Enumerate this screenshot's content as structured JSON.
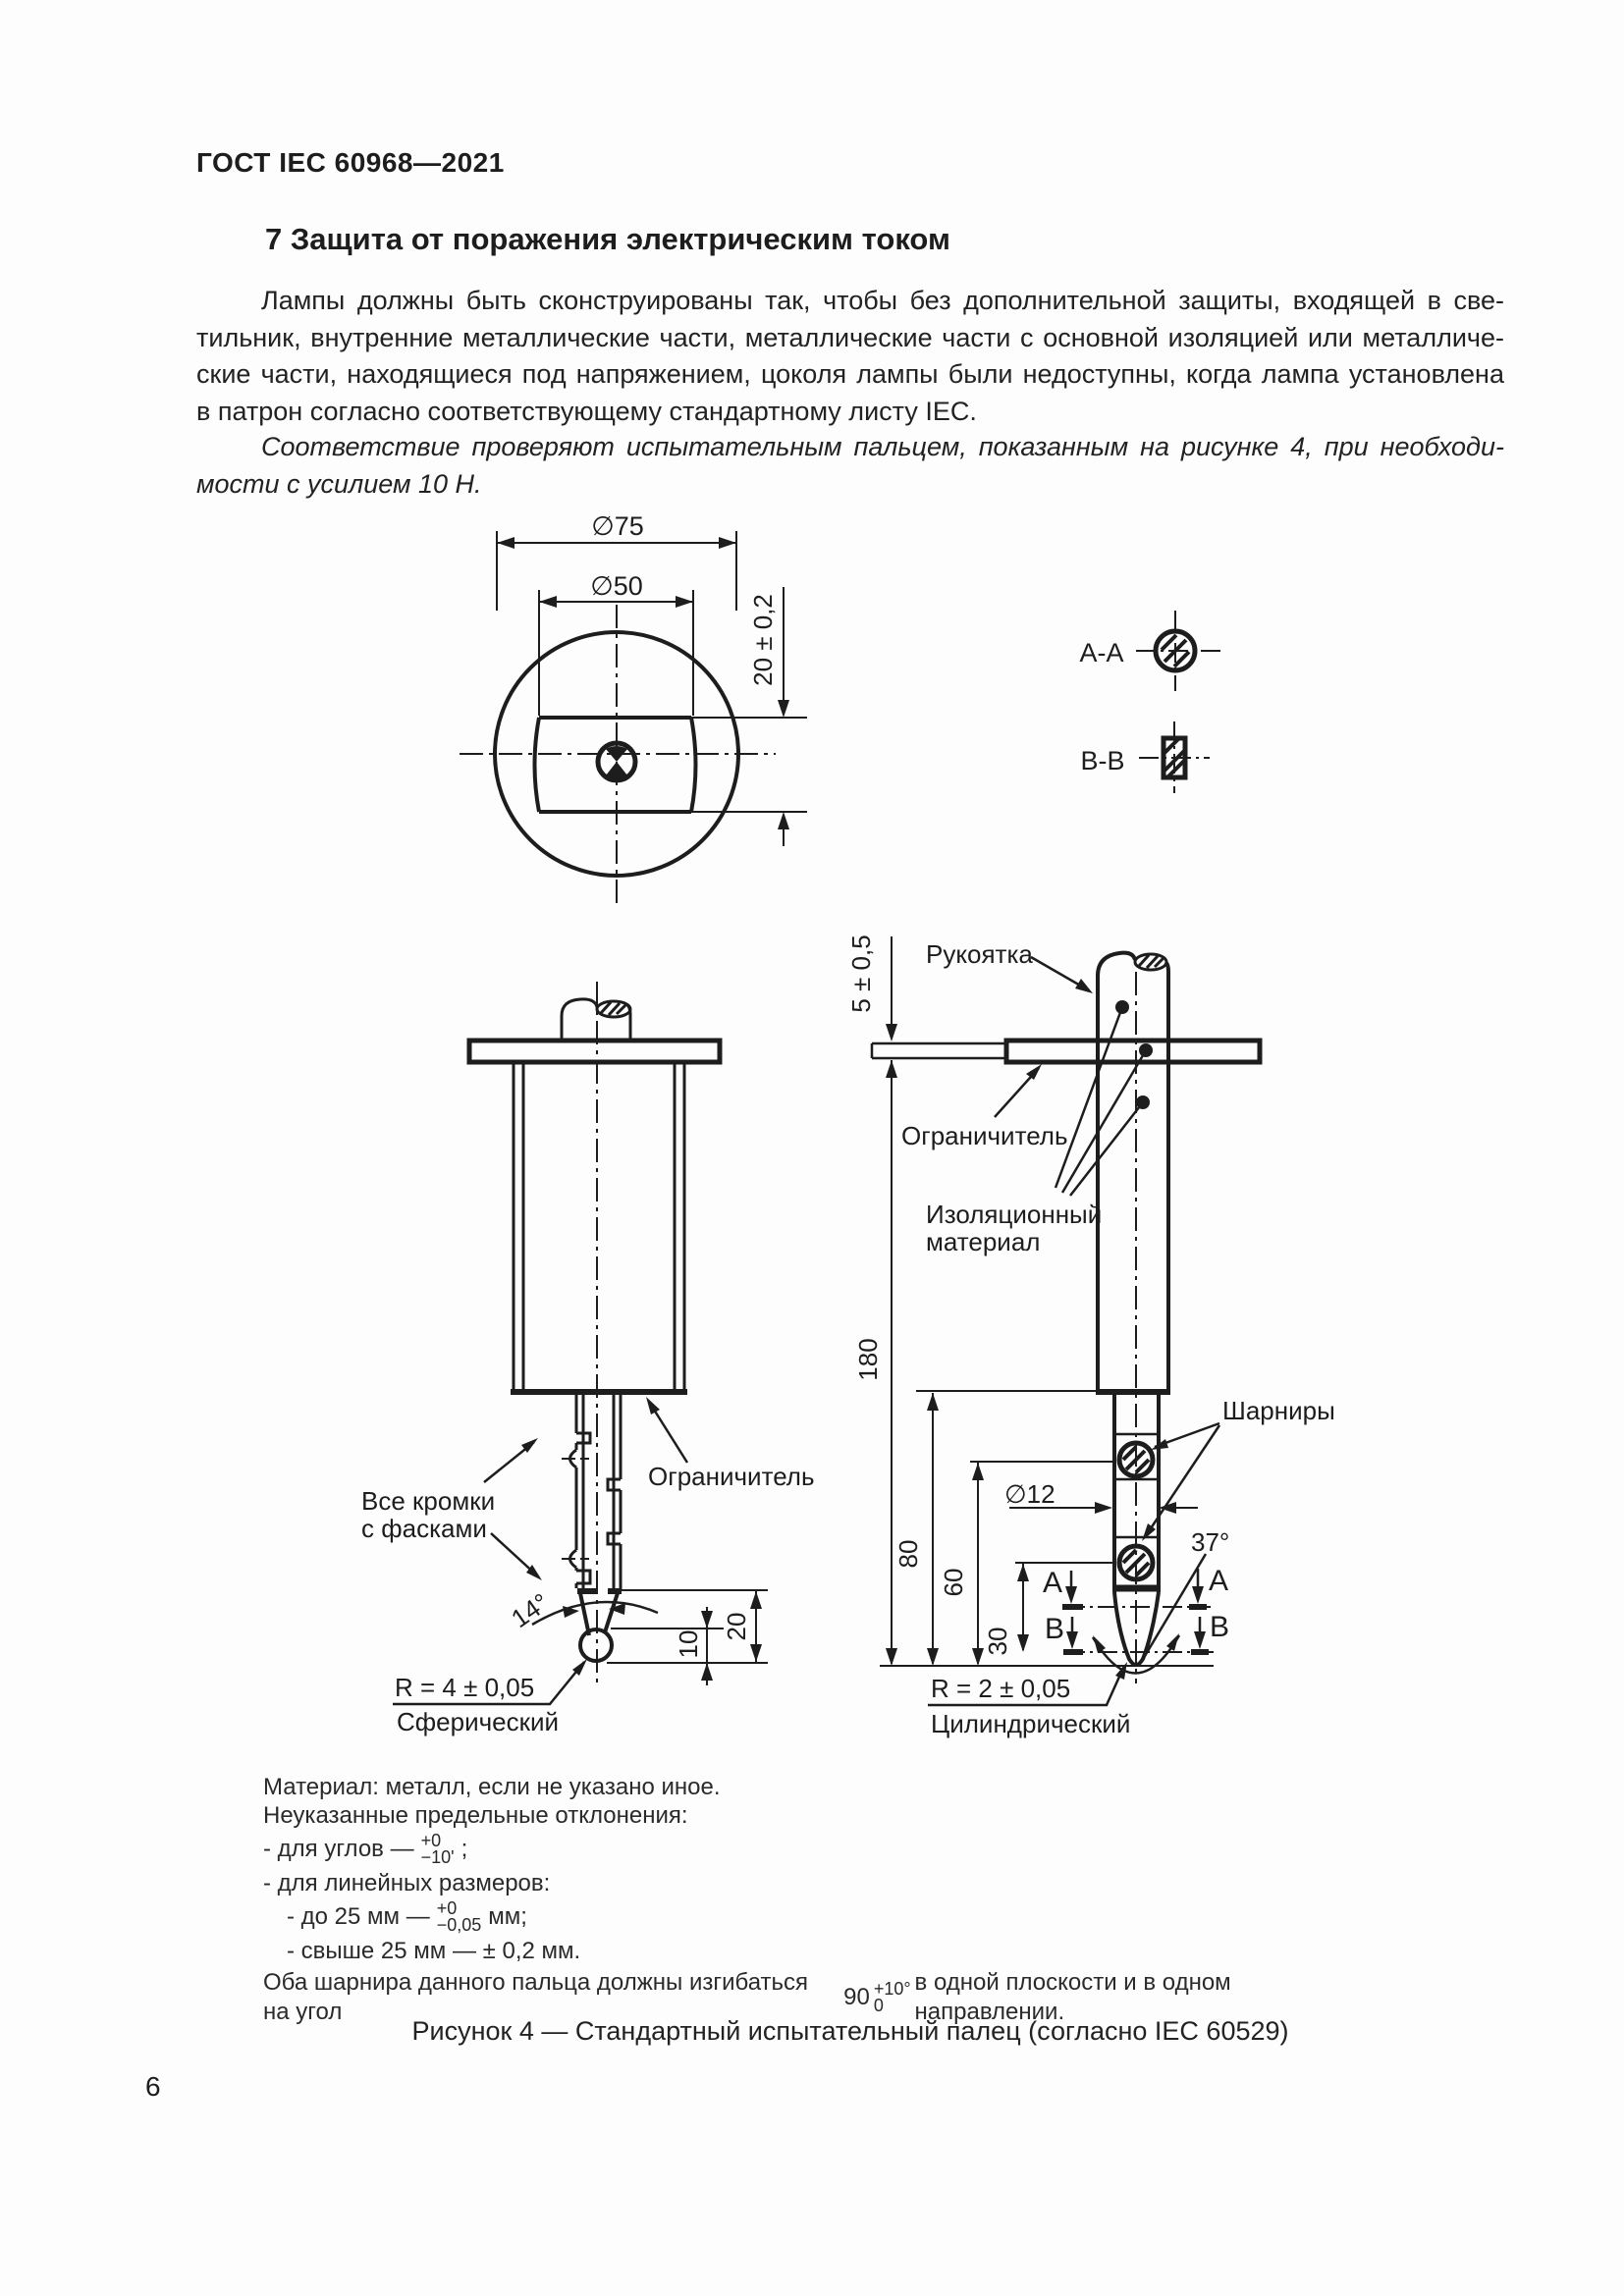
{
  "page": {
    "header": "ГОСТ IEC 60968—2021",
    "number": "6"
  },
  "section": {
    "title": "7 Защита от поражения электрическим током",
    "p1_lines": [
      "Лампы должны быть сконструированы так, чтобы без дополнительной защиты, входящей в све-",
      "тильник, внутренние металлические части, металлические части с основной изоляцией или металличе-",
      "ские части, находящиеся под напряжением, цоколя лампы были недоступны, когда лампа установлена",
      "в патрон согласно соответствующему стандартному листу IEC."
    ],
    "p2_lines": [
      "Соответствие проверяют испытательным пальцем, показанным на рисунке 4, при необходи-",
      "мости с усилием 10 Н."
    ]
  },
  "figure": {
    "caption": "Рисунок 4 — Стандартный испытательный палец (согласно IEC 60529)",
    "labels": {
      "dia75": "∅75",
      "dia50": "∅50",
      "dim20tol": "20 ± 0,2",
      "section_aa": "А-А",
      "section_bb": "В-В",
      "rukoyatka": "Рукоятка",
      "dim5": "5 ± 0,5",
      "ogranichitel_right": "Ограничитель",
      "izol1": "Изоляционный",
      "izol2": "материал",
      "dim180": "180",
      "sharniry": "Шарниры",
      "dia12": "∅12",
      "dim80": "80",
      "dim60": "60",
      "dim30": "30",
      "deg37": "37°",
      "marker_a": "А",
      "marker_b": "В",
      "kromki1": "Все кромки",
      "kromki2": "с фасками",
      "ogranichitel_left": "Ограничитель",
      "deg14": "14°",
      "dim10": "10",
      "dim20": "20",
      "r4": "R = 4 ± 0,05",
      "spherical": "Сферический",
      "r2": "R = 2 ± 0,05",
      "cylindrical": "Цилиндрический"
    }
  },
  "notes": {
    "material": "Материал: металл, если не указано иное.",
    "deviations": "Неуказанные предельные отклонения:",
    "angles_pre": "- для углов —",
    "angles_top": "+0",
    "angles_bot": "−10'",
    "angles_post": ";",
    "linear": "- для линейных размеров:",
    "to25_pre": "- до 25 мм —",
    "to25_top": "+0",
    "to25_bot": "−0,05",
    "to25_post": "мм;",
    "over25": "- свыше 25 мм — ± 0,2 мм.",
    "hinge_pre": "Оба шарнира данного пальца должны изгибаться на угол",
    "hinge_val": "90",
    "hinge_top": "+10°",
    "hinge_bot": "0",
    "hinge_post": "в одной плоскости и в одном направлении."
  }
}
